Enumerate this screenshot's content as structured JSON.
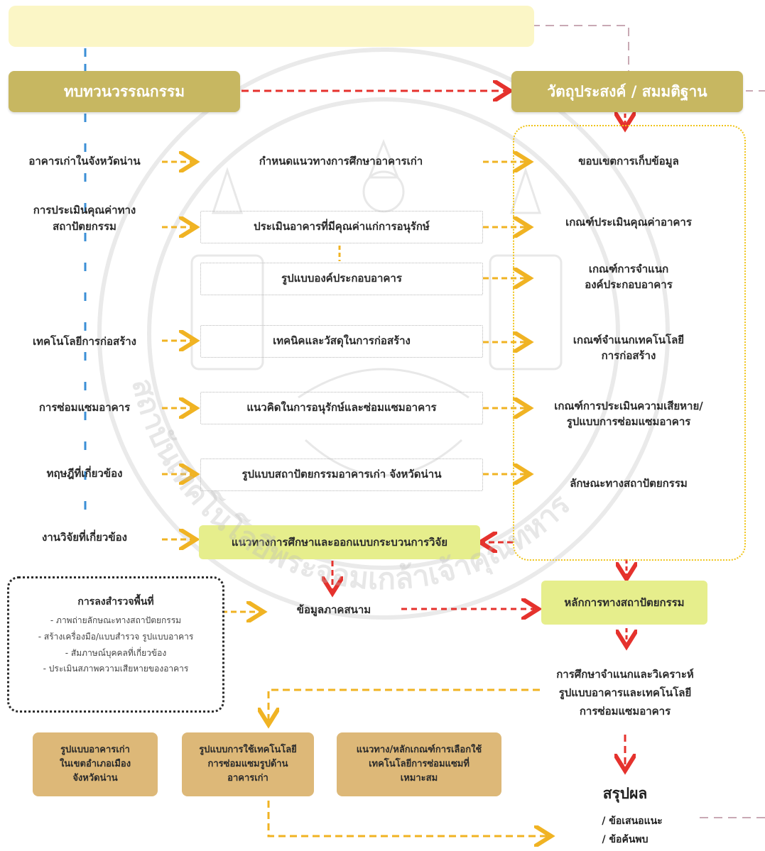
{
  "banner": {
    "text": ""
  },
  "header": {
    "left": "ทบทวนวรรณกรรม",
    "right": "วัตถุประสงค์ / สมมติฐาน"
  },
  "left_items": [
    "อาคารเก่าในจังหวัดน่าน",
    "การประเมินคุณค่าทาง\nสถาปัตยกรรม",
    "เทคโนโลยีการก่อสร้าง",
    "การซ่อมแซมอาคาร",
    "ทฤษฎีที่เกี่ยวข้อง",
    "งานวิจัยที่เกี่ยวข้อง"
  ],
  "middle_items": [
    "กำหนดแนวทางการศึกษาอาคารเก่า",
    "ประเมินอาคารที่มีคุณค่าแก่การอนุรักษ์",
    "รูปแบบองค์ประกอบอาคาร",
    "เทคนิคและวัสดุในการก่อสร้าง",
    "แนวคิดในการอนุรักษ์และซ่อมแซมอาคาร",
    "รูปแบบสถาปัตยกรรมอาคารเก่า จังหวัดน่าน"
  ],
  "right_items": [
    "ขอบเขตการเก็บข้อมูล",
    "เกณฑ์ประเมินคุณค่าอาคาร",
    "เกณฑ์การจำแนก\nองค์ประกอบอาคาร",
    "เกณฑ์จำแนกเทคโนโลยี\nการก่อสร้าง",
    "เกณฑ์การประเมินความเสียหาย/\nรูปแบบการซ่อมแซมอาคาร",
    "ลักษณะทางสถาปัตยกรรม"
  ],
  "research_approach": "แนวทางการศึกษาและออกแบบกระบวนการวิจัย",
  "survey": {
    "title": "การลงสำรวจพื้นที่",
    "items": [
      "- ภาพถ่ายลักษณะทางสถาปัตยกรรม",
      "- สร้างเครื่องมือ/แบบสำรวจ รูปแบบอาคาร",
      "- สัมภาษณ์บุคคลที่เกี่ยวข้อง",
      "- ประเมินสภาพความเสียหายของอาคาร"
    ]
  },
  "field_data": "ข้อมูลภาคสนาม",
  "principles": "หลักการทางสถาปัตยกรรม",
  "analysis": "การศึกษาจำแนกและวิเคราะห์\nรูปแบบอาคารและเทคโนโลยี\nการซ่อมแซมอาคาร",
  "outputs": [
    "รูปแบบอาคารเก่า\nในเขตอำเภอเมือง\nจังหวัดน่าน",
    "รูปแบบการใช้เทคโนโลยี\nการซ่อมแซมรูปด้าน\nอาคารเก่า",
    "แนวทาง/หลักเกณฑ์การเลือกใช้\nเทคโนโลยีการซ่อมแซมที่\nเหมาะสม"
  ],
  "conclusion": {
    "title": "สรุปผล",
    "line1": "/ ข้อเสนอแนะ",
    "line2": "/ ข้อค้นพบ"
  },
  "watermark_text": "สถาบันเทคโนโลยีพระจอมเกล้าเจ้าคุณทหาร",
  "colors": {
    "olive": "#c7b761",
    "lime": "#e6ee8c",
    "tan": "#ddb878",
    "red_arrow": "#e5322d",
    "yellow_arrow": "#f0b323",
    "blue_line": "#3b8fd6"
  }
}
